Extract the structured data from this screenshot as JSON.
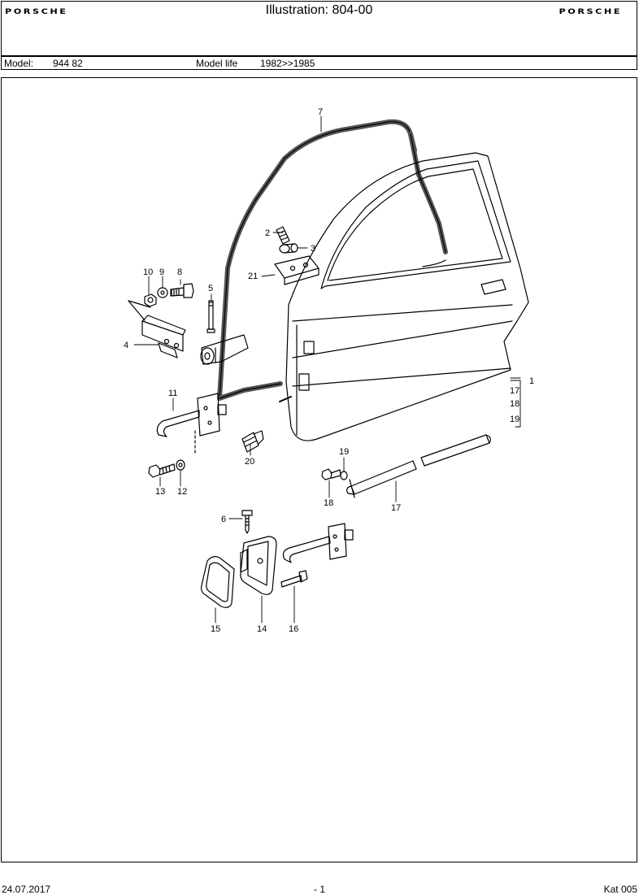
{
  "header": {
    "logo_left": "PORSCHE",
    "logo_right": "PORSCHE",
    "title": "Illustration: 804-00",
    "model_label": "Model:",
    "model_value": "944 82",
    "model_life_label": "Model life",
    "model_life_value": "1982>>1985"
  },
  "diagram": {
    "callouts": [
      "1",
      "2",
      "3",
      "4",
      "5",
      "6",
      "7",
      "8",
      "9",
      "10",
      "11",
      "12",
      "13",
      "14",
      "15",
      "16",
      "17",
      "17",
      "18",
      "18",
      "19",
      "19",
      "20",
      "21"
    ]
  },
  "footer": {
    "date": "24.07.2017",
    "page": "- 1",
    "catalog": "Kat 005"
  }
}
